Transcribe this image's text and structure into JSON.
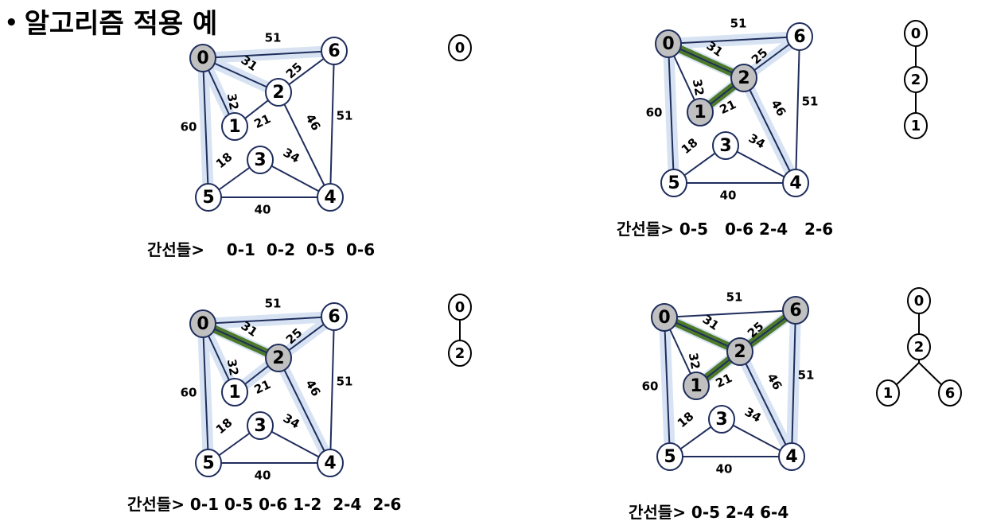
{
  "title": "알고리즘 적용 예",
  "colors": {
    "edge": "#1f2d5c",
    "highlight": "#d7e3f3",
    "tree_edge": "#4d7a2a",
    "node_fill": "#ffffff",
    "visited_fill": "#c0c0c0"
  },
  "panels": [
    {
      "caption": "간선들>    0-1  0-2  0-5  0-6",
      "visited": [
        "0"
      ],
      "tree_edges": [],
      "candidate_edges": [
        "0-1",
        "0-2",
        "0-5",
        "0-6"
      ],
      "tree": {
        "nodes": [
          "0"
        ],
        "edges": []
      }
    },
    {
      "caption": "간선들> 0-5   0-6 2-4   2-6",
      "visited": [
        "0",
        "1",
        "2"
      ],
      "tree_edges": [
        "0-2",
        "1-2"
      ],
      "candidate_edges": [
        "0-5",
        "0-6",
        "2-4",
        "2-6"
      ],
      "tree": {
        "nodes": [
          "0",
          "2",
          "1"
        ],
        "edges": [
          [
            "0",
            "2"
          ],
          [
            "2",
            "1"
          ]
        ]
      }
    },
    {
      "caption": "간선들> 0-1 0-5 0-6 1-2  2-4  2-6",
      "visited": [
        "0",
        "2"
      ],
      "tree_edges": [
        "0-2"
      ],
      "candidate_edges": [
        "0-1",
        "0-5",
        "0-6",
        "1-2",
        "2-4",
        "2-6"
      ],
      "tree": {
        "nodes": [
          "0",
          "2"
        ],
        "edges": [
          [
            "0",
            "2"
          ]
        ]
      }
    },
    {
      "caption": "간선들> 0-5 2-4 6-4",
      "visited": [
        "0",
        "1",
        "2",
        "6"
      ],
      "tree_edges": [
        "0-2",
        "1-2",
        "2-6"
      ],
      "candidate_edges": [
        "0-5",
        "2-4",
        "6-4"
      ],
      "tree": {
        "nodes": [
          "0",
          "2",
          "1",
          "6"
        ],
        "edges": [
          [
            "0",
            "2"
          ],
          [
            "2",
            "1"
          ],
          [
            "2",
            "6"
          ]
        ]
      }
    }
  ],
  "graph": {
    "nodes": [
      "0",
      "1",
      "2",
      "3",
      "4",
      "5",
      "6"
    ],
    "edges": [
      {
        "u": "0",
        "v": "6",
        "w": "51"
      },
      {
        "u": "0",
        "v": "2",
        "w": "31"
      },
      {
        "u": "2",
        "v": "6",
        "w": "25"
      },
      {
        "u": "0",
        "v": "1",
        "w": "32"
      },
      {
        "u": "1",
        "v": "2",
        "w": "21"
      },
      {
        "u": "2",
        "v": "4",
        "w": "46"
      },
      {
        "u": "6",
        "v": "4",
        "w": "51"
      },
      {
        "u": "0",
        "v": "5",
        "w": "60"
      },
      {
        "u": "3",
        "v": "5",
        "w": "18"
      },
      {
        "u": "3",
        "v": "4",
        "w": "34"
      },
      {
        "u": "5",
        "v": "4",
        "w": "40"
      }
    ]
  }
}
